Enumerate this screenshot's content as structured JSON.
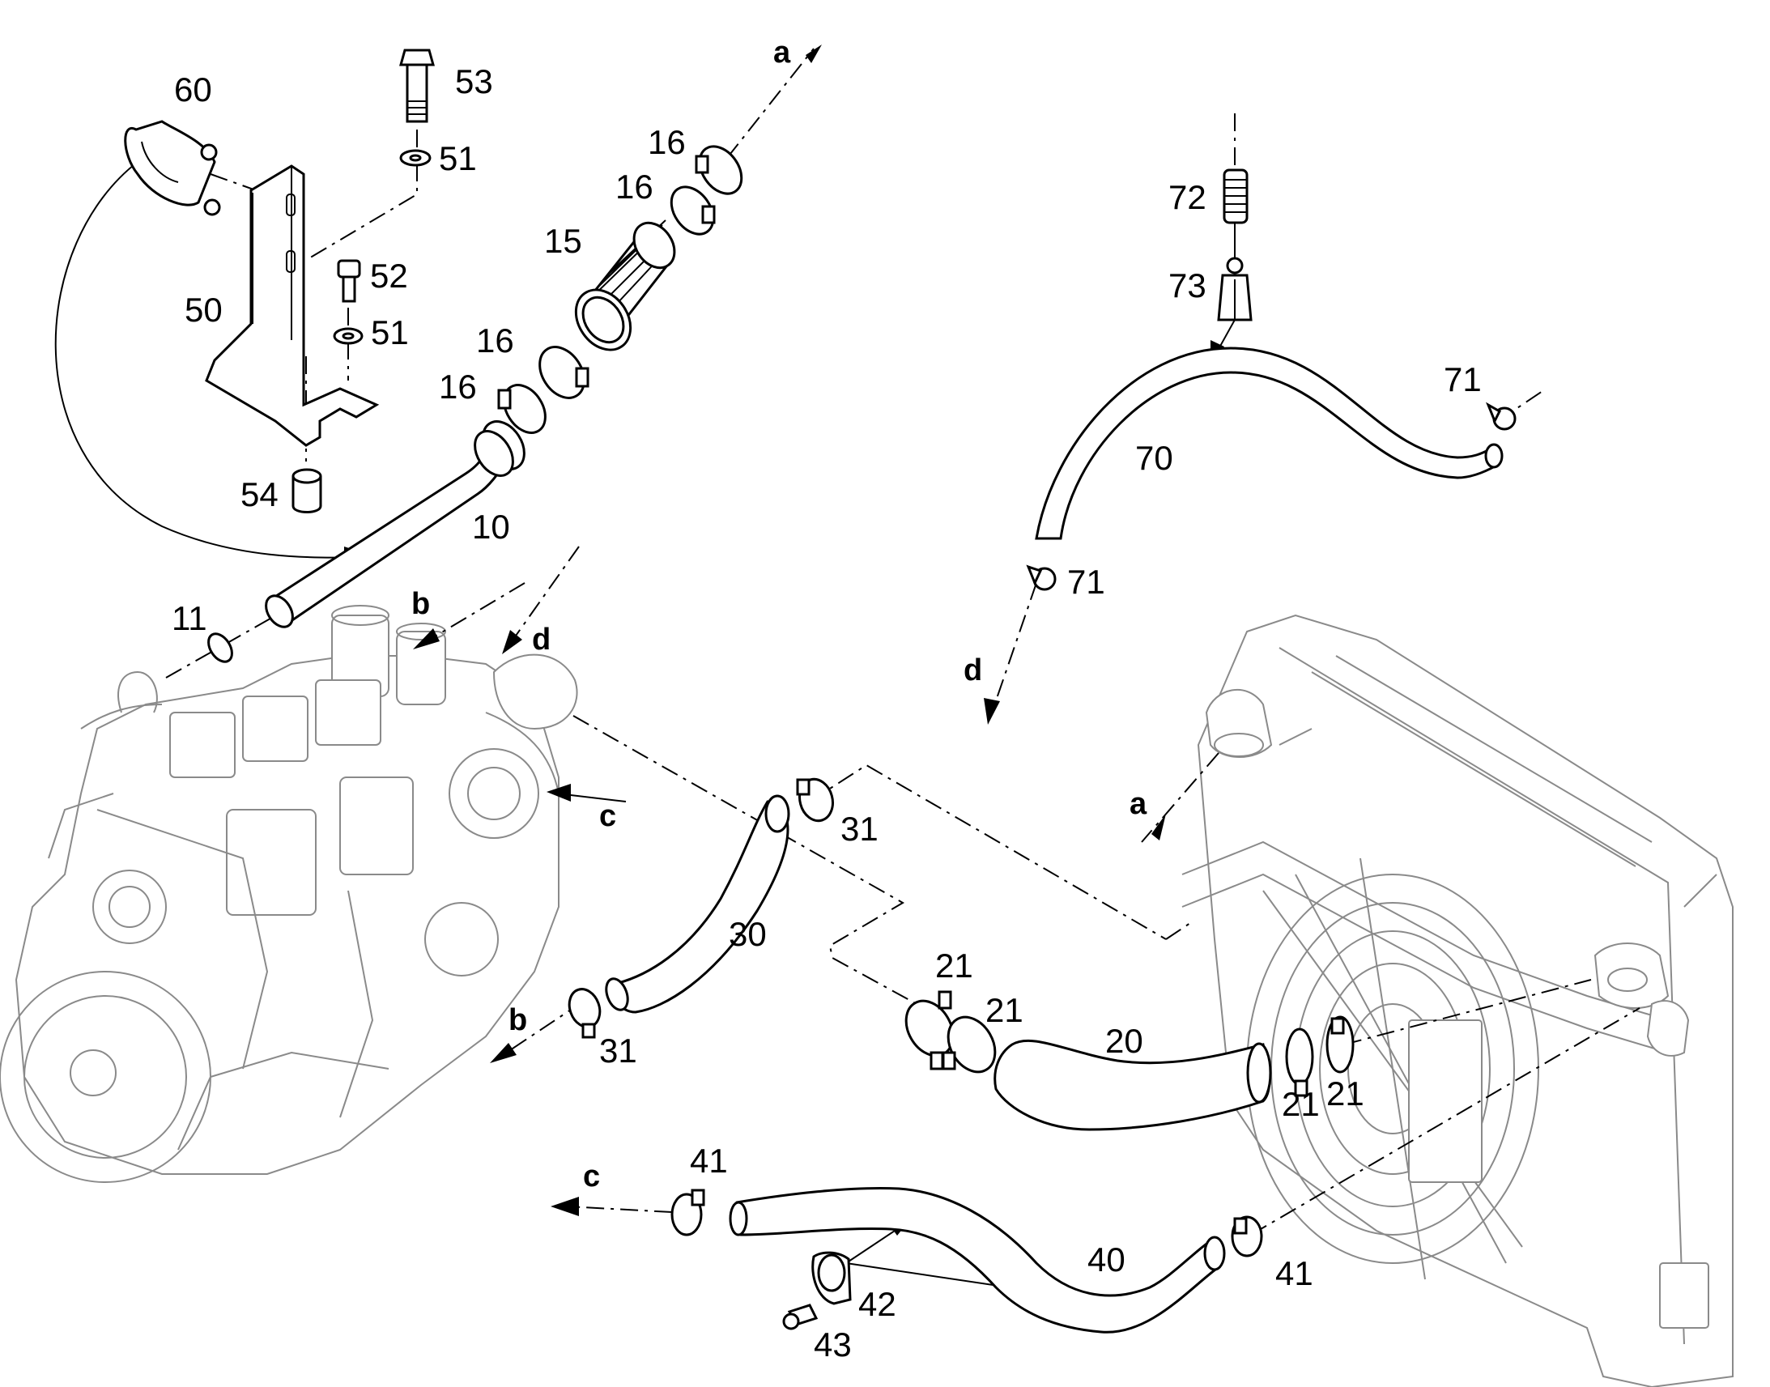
{
  "labels": {
    "p60": "60",
    "p53": "53",
    "p51a": "51",
    "p52": "52",
    "p51b": "51",
    "p50": "50",
    "p54": "54",
    "p16a": "16",
    "p16b": "16",
    "p15": "15",
    "p16c": "16",
    "p16d": "16",
    "p10": "10",
    "p11": "11",
    "p72": "72",
    "p73": "73",
    "p71a": "71",
    "p70": "70",
    "p71b": "71",
    "p31a": "31",
    "p30": "30",
    "p31b": "31",
    "p21a": "21",
    "p21b": "21",
    "p20": "20",
    "p21c": "21",
    "p21d": "21",
    "p41a": "41",
    "p40": "40",
    "p41b": "41",
    "p42": "42",
    "p43": "43"
  },
  "refs": {
    "a_top": "a",
    "b_top": "b",
    "d_top": "d",
    "c_right": "c",
    "d_mid": "d",
    "a_radiator": "a",
    "b_bottom": "b",
    "c_bottom": "c"
  }
}
